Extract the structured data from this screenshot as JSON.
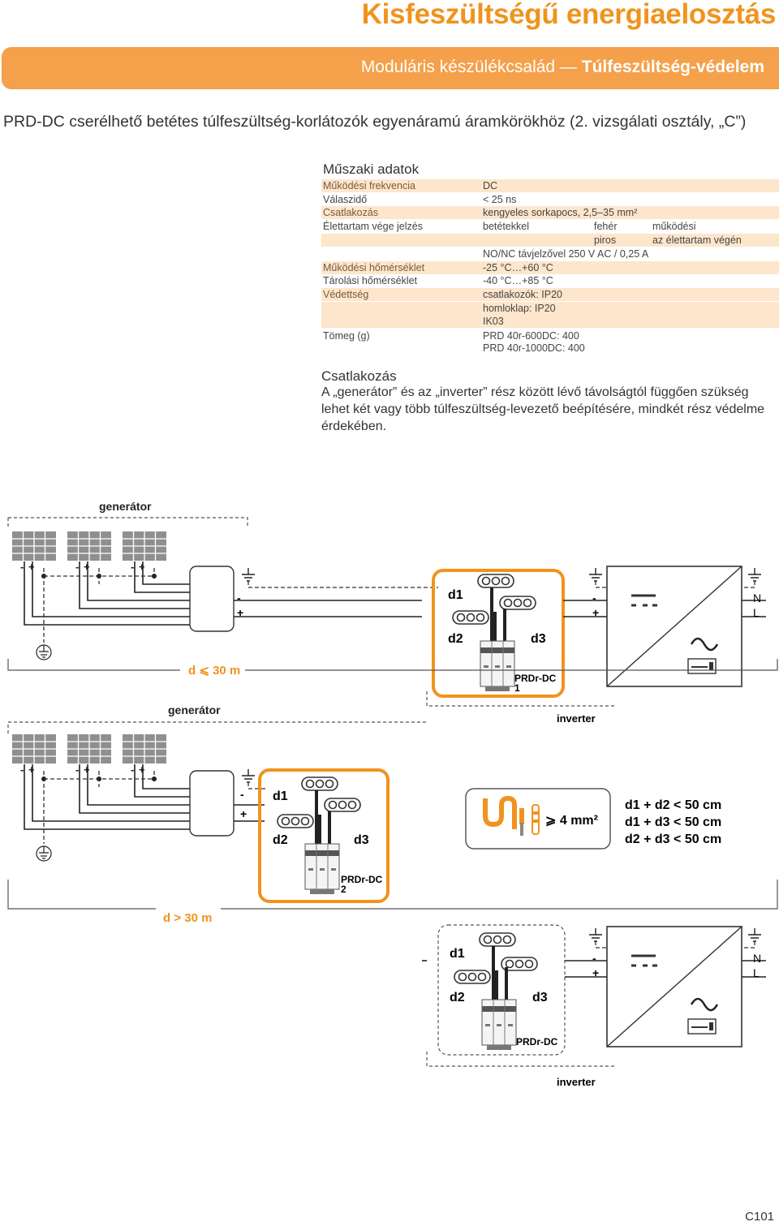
{
  "header": {
    "title": "Kisfeszültségű energiaelosztás",
    "band_prefix": "Moduláris készülékcsalád — ",
    "band_bold": "Túlfeszültség-védelem"
  },
  "heading": "PRD-DC cserélhető betétes túlfeszültség-korlátozók egyenáramú áramkörökhöz (2. vizsgálati osztály, „C”)",
  "specs": {
    "title": "Műszaki adatok",
    "rows": [
      {
        "label": "Működési frekvencia",
        "v1": "DC",
        "v2": "",
        "v3": ""
      },
      {
        "label": "Válaszidő",
        "v1": "< 25 ns",
        "v2": "",
        "v3": ""
      },
      {
        "label": "Csatlakozás",
        "v1": "kengyeles sorkapocs, 2,5–35 mm²",
        "v2": "",
        "v3": ""
      },
      {
        "label": "Élettartam vége jelzés",
        "v1": "betétekkel",
        "v2": "fehér",
        "v3": "működési"
      },
      {
        "label": "",
        "v1": "",
        "v2": "piros",
        "v3": "az élettartam végén"
      },
      {
        "label": "",
        "v1": "NO/NC távjelzővel 250 V AC / 0,25 A",
        "v2": "",
        "v3": ""
      },
      {
        "label": "Működési hőmérséklet",
        "v1": "-25 °C…+60 °C",
        "v2": "",
        "v3": ""
      },
      {
        "label": "Tárolási hőmérséklet",
        "v1": "-40 °C…+85 °C",
        "v2": "",
        "v3": ""
      },
      {
        "label": "Védettség",
        "v1": "csatlakozók: IP20",
        "v2": "",
        "v3": ""
      },
      {
        "label": "",
        "v1": "homloklap: IP20",
        "v2": "",
        "v3": ""
      },
      {
        "label": "",
        "v1": "IK03",
        "v2": "",
        "v3": ""
      },
      {
        "label": "Tömeg (g)",
        "v1": "PRD 40r-600DC: 400",
        "v2": "",
        "v3": ""
      },
      {
        "label": "",
        "v1": "PRD 40r-1000DC: 400",
        "v2": "",
        "v3": ""
      }
    ]
  },
  "connection": {
    "title": "Csatlakozás",
    "text": "A „generátor” és az „inverter” rész között lévő távolságtól függően szükség lehet két vagy több túlfeszültség-levezető beépítésére, mindkét rész védelme érdekében."
  },
  "diagram": {
    "generator": "generátor",
    "inverter": "inverter",
    "minus": "-",
    "plus": "+",
    "n": "N",
    "l": "L",
    "d1": "d1",
    "d2": "d2",
    "d3": "d3",
    "dist_short": "d ⩽ 30 m",
    "dist_long": "d > 30 m",
    "prd1": "PRDr-DC",
    "prd1_num": "1",
    "prd2": "PRDr-DC",
    "prd2_num": "2",
    "prd3": "PRDr-DC",
    "cross_section": "⩾ 4 mm²",
    "rule1": "d1 + d2 < 50 cm",
    "rule2": "d1 + d3 < 50 cm",
    "rule3": "d2 + d3 < 50 cm",
    "colors": {
      "orange": "#f0931e",
      "panel": "#8f8f8f"
    }
  },
  "page_number": "C101"
}
